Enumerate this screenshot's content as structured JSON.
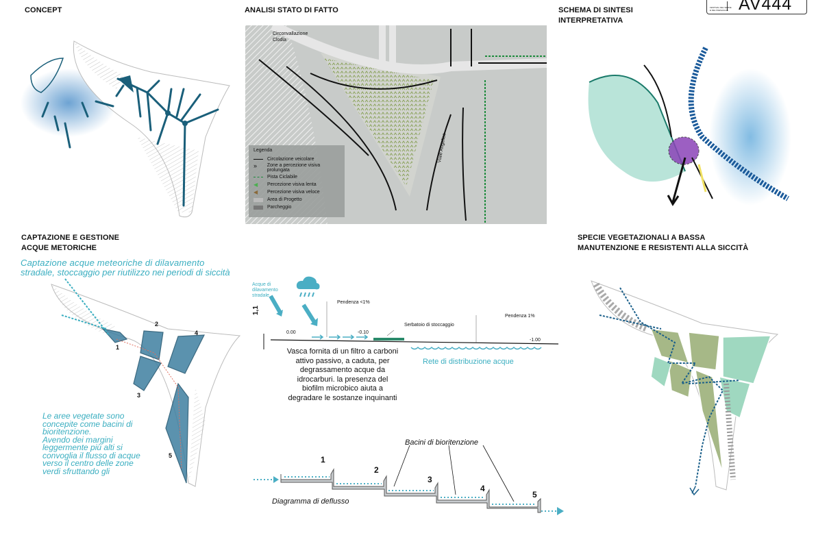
{
  "badge": {
    "code": "AV444",
    "line1": "FESTIVAL DEL VERDE",
    "line2": "E DEL PAESAGGIO"
  },
  "sections": {
    "concept": "CONCEPT",
    "analisi": "ANALISI STATO DI FATTO",
    "schema_line1": "SCHEMA DI SINTESI",
    "schema_line2": "INTERPRETATIVA",
    "captazione_line1": "CAPTAZIONE E GESTIONE",
    "captazione_line2": "ACQUE METORICHE",
    "specie_line1": "SPECIE VEGETAZIONALI A BASSA",
    "specie_line2": "MANUTENZIONE E RESISTENTI ALLA SICCITÀ"
  },
  "map": {
    "label_circ_1": "Circonvallazione",
    "label_circ_2": "Clodia",
    "label_viale": "Viale Angelico",
    "legend_title": "Legenda",
    "legend": [
      "Circolazione veicolare",
      "Zone a percezione visiva prolungata",
      "Pista Ciclabile",
      "Percezione visiva lenta",
      "Percezione visiva veloce",
      "Area di Progetto",
      "Parcheggio"
    ]
  },
  "captazione": {
    "intro_line1": "Captazione acque meteoriche di dilavamento",
    "intro_line2": "stradale, stoccaggio per riutilizzo nei periodi di siccità",
    "basin_numbers": [
      "1",
      "2",
      "3",
      "4",
      "5"
    ],
    "note_lines": [
      "Le aree vegetate sono",
      "concepite come bacini di",
      "bioritenzione.",
      "Avendo dei margini",
      "leggermente più alti si",
      "convoglia il flusso di acque",
      "verso il centro delle zone",
      "verdi sfruttando gli"
    ]
  },
  "section_diagram": {
    "acque_line1": "Acque di",
    "acque_line2": "dilavamento",
    "acque_line3": "stradale",
    "pendenza_1": "Pendenza <1%",
    "pendenza_2": "Pendenza 1%",
    "serbatoio": "Serbatoio di stoccaggio",
    "level_1": "0.00",
    "level_2": "-0.10",
    "level_3": "-1.00",
    "height": "1,1",
    "vasca_lines": [
      "Vasca fornita di un filtro a carboni",
      "attivo passivo, a caduta, per",
      "degrassamento acque da",
      "idrocarburi. la presenza del",
      "biofilm microbico aiuta a",
      "degradare le sostanze inquinanti"
    ],
    "rete": "Rete di distribuzione acque"
  },
  "deflusso": {
    "title": "Diagramma di deflusso",
    "bacini": "Bacini di bioritenzione",
    "steps": [
      "1",
      "2",
      "3",
      "4",
      "5"
    ]
  },
  "colors": {
    "teal": "#1a5f7a",
    "cyan": "#3aaec0",
    "green": "#8fa86a",
    "mint": "#9fd8c0",
    "purple": "#8b44b8"
  }
}
